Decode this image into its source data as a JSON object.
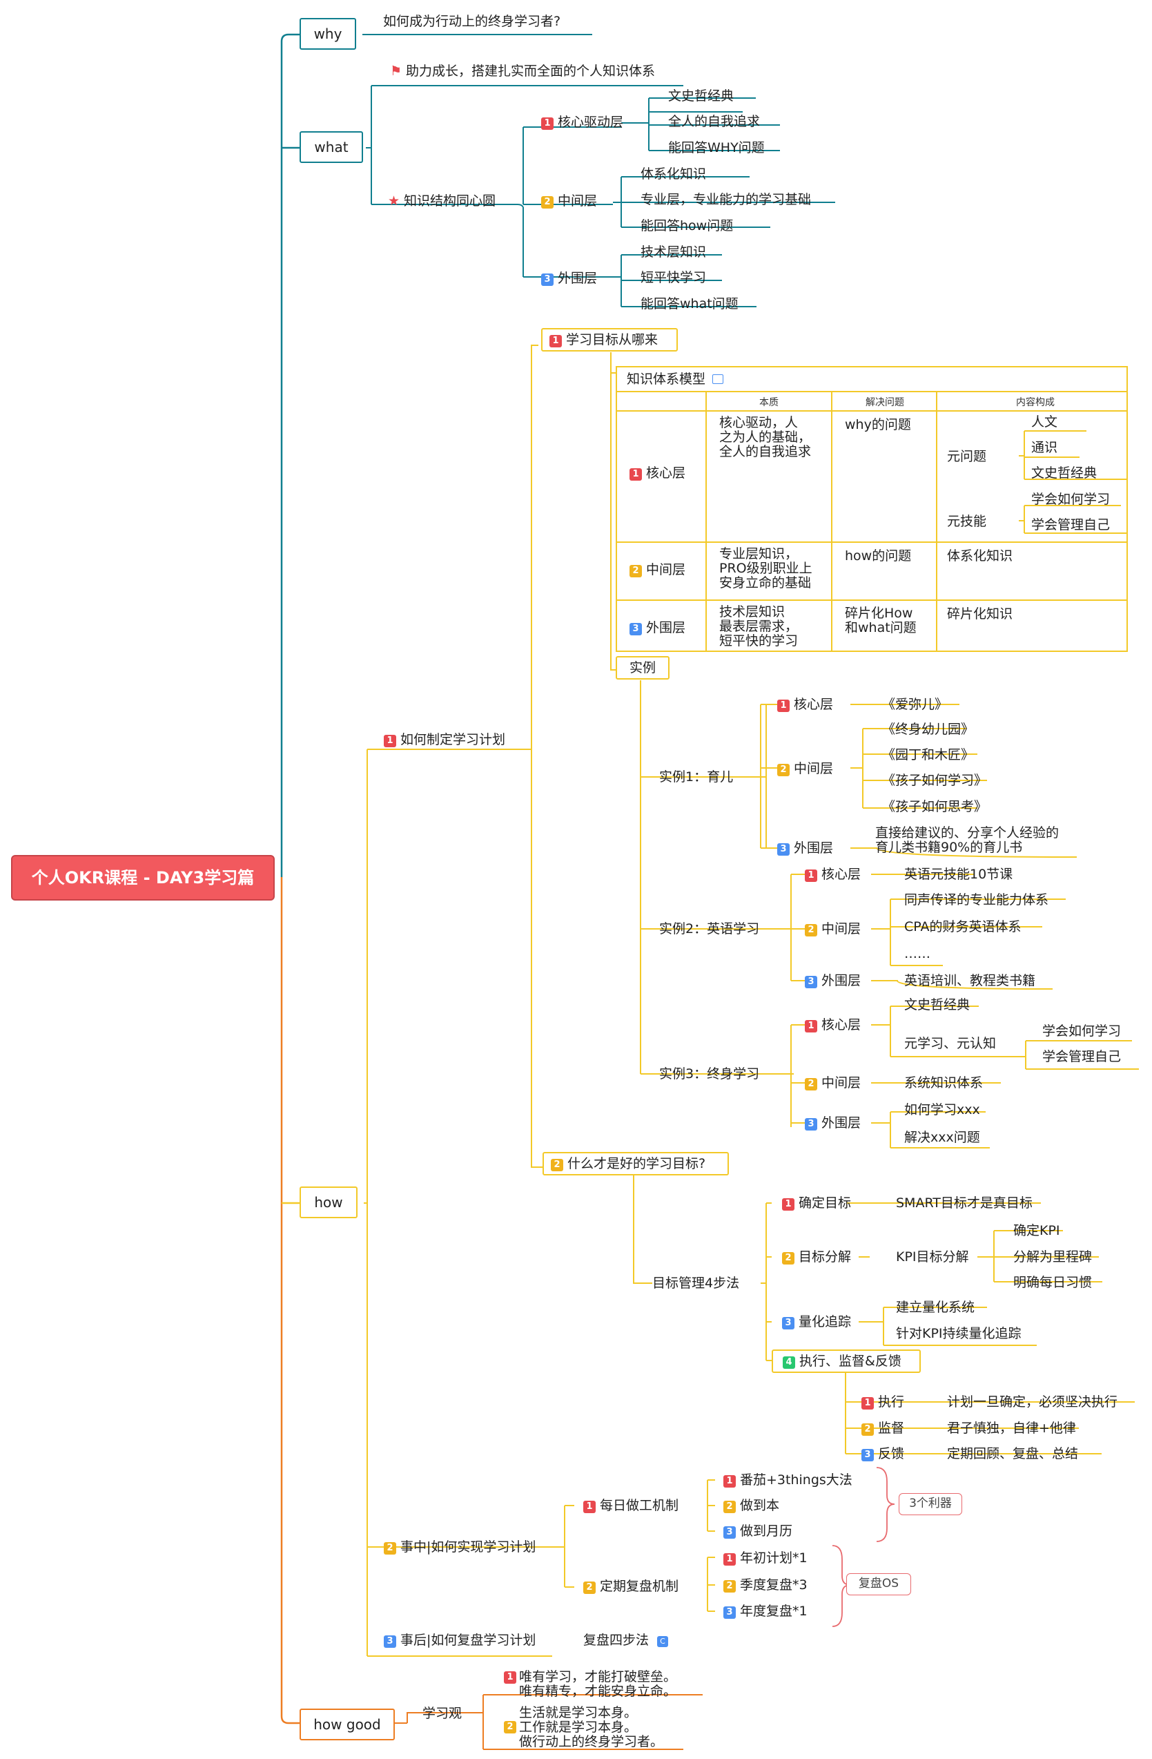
{
  "root": {
    "title": "个人OKR课程 - DAY3学习篇"
  },
  "colors": {
    "teal": "#107f8f",
    "yellow": "#f3c928",
    "orange": "#ed7d22",
    "root": "#f2595e",
    "badge_red": "#e8484e",
    "badge_yellow": "#f0b21c",
    "badge_blue": "#4a8ff2",
    "badge_green": "#28c76f"
  },
  "why": {
    "label": "why",
    "child": "如何成为行动上的终身学习者?"
  },
  "what": {
    "label": "what",
    "goal": "助力成长，搭建扎实而全面的个人知识体系",
    "model": "知识结构同心圆",
    "layers": [
      {
        "badge": "1",
        "label": "核心驱动层",
        "items": [
          "文史哲经典",
          "全人的自我追求",
          "能回答WHY问题"
        ]
      },
      {
        "badge": "2",
        "label": "中间层",
        "items": [
          "体系化知识",
          "专业层，专业能力的学习基础",
          "能回答how问题"
        ]
      },
      {
        "badge": "3",
        "label": "外围层",
        "items": [
          "技术层知识",
          "短平快学习",
          "能回答what问题"
        ]
      }
    ]
  },
  "how": {
    "label": "how",
    "plan": {
      "label": "如何制定学习计划",
      "source": {
        "label": "学习目标从哪来",
        "table": {
          "title": "知识体系模型",
          "headers": [
            "本质",
            "解决问题",
            "内容构成"
          ],
          "rows": [
            {
              "name": "核心层",
              "essence": "核心驱动，人\n之为人的基础，\n全人的自我追求",
              "problem": "why的问题",
              "groups": [
                {
                  "label": "元问题",
                  "items": [
                    "人文",
                    "通识",
                    "文史哲经典"
                  ]
                },
                {
                  "label": "元技能",
                  "items": [
                    "学会如何学习",
                    "学会管理自己"
                  ]
                }
              ]
            },
            {
              "name": "中间层",
              "essence": "专业层知识，\nPRO级别职业上\n安身立命的基础",
              "problem": "how的问题",
              "content": "体系化知识"
            },
            {
              "name": "外围层",
              "essence": "技术层知识\n最表层需求，\n短平快的学习",
              "problem": "碎片化How\n和what问题",
              "content": "碎片化知识"
            }
          ]
        },
        "examples_label": "实例",
        "examples": [
          {
            "label": "实例1：育儿",
            "core": [
              "《爱弥儿》"
            ],
            "middle": [
              "《终身幼儿园》",
              "《园丁和木匠》",
              "《孩子如何学习》",
              "《孩子如何思考》"
            ],
            "outer": [
              "直接给建议的、分享个人经验的\n育儿类书籍90%的育儿书"
            ]
          },
          {
            "label": "实例2：英语学习",
            "core": [
              "英语元技能10节课"
            ],
            "middle": [
              "同声传译的专业能力体系",
              "CPA的财务英语体系",
              "……"
            ],
            "outer": [
              "英语培训、教程类书籍"
            ]
          },
          {
            "label": "实例3：终身学习",
            "core": [
              "文史哲经典",
              "元学习、元认知"
            ],
            "core_sub": [
              "学会如何学习",
              "学会管理自己"
            ],
            "middle": [
              "系统知识体系"
            ],
            "outer": [
              "如何学习xxx",
              "解决xxx问题"
            ]
          }
        ],
        "layer_names": [
          "核心层",
          "中间层",
          "外围层"
        ]
      },
      "good": {
        "label": "什么才是好的学习目标?",
        "method": "目标管理4步法",
        "steps": [
          {
            "badge": "1",
            "label": "确定目标",
            "detail": "SMART目标才是真目标"
          },
          {
            "badge": "2",
            "label": "目标分解",
            "detail": "KPI目标分解",
            "items": [
              "确定KPI",
              "分解为里程碑",
              "明确每日习惯"
            ]
          },
          {
            "badge": "3",
            "label": "量化追踪",
            "items": [
              "建立量化系统",
              "针对KPI持续量化追踪"
            ]
          },
          {
            "badge": "4",
            "label": "执行、监督&反馈",
            "items": [
              {
                "label": "执行",
                "detail": "计划一旦确定，必须坚决执行"
              },
              {
                "label": "监督",
                "detail": "君子慎独，自律+他律"
              },
              {
                "label": "反馈",
                "detail": "定期回顾、复盘、总结"
              }
            ]
          }
        ]
      }
    },
    "execute": {
      "label": "事中|如何实现学习计划",
      "daily": {
        "label": "每日做工机制",
        "items": [
          "番茄+3things大法",
          "做到本",
          "做到月历"
        ],
        "callout": "3个利器"
      },
      "review": {
        "label": "定期复盘机制",
        "items": [
          "年初计划*1",
          "季度复盘*3",
          "年度复盘*1"
        ],
        "callout": "复盘OS"
      }
    },
    "after": {
      "label": "事后|如何复盘学习计划",
      "method": "复盘四步法",
      "icon": "C"
    }
  },
  "how_good": {
    "label": "how good",
    "view": "学习观",
    "items": [
      "唯有学习，才能打破壁垒。\n唯有精专，才能安身立命。",
      "生活就是学习本身。\n工作就是学习本身。\n做行动上的终身学习者。"
    ]
  }
}
